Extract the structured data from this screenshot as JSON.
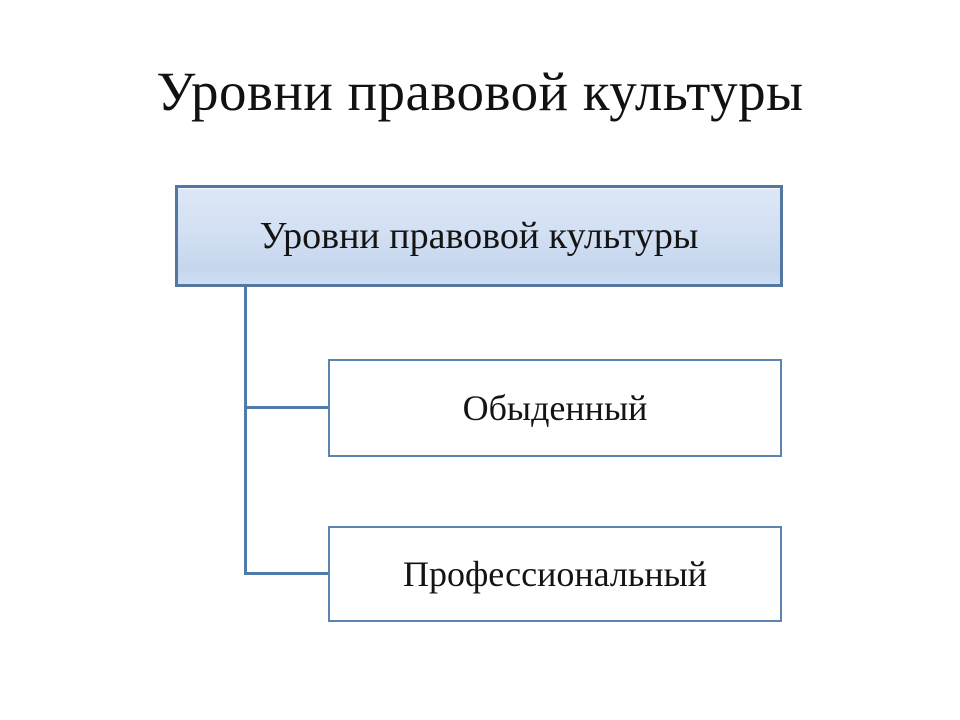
{
  "slide": {
    "title": "Уровни правовой культуры",
    "background_color": "#ffffff",
    "text_color": "#111111"
  },
  "diagram": {
    "type": "hierarchy",
    "root": {
      "label": "Уровни правовой культуры"
    },
    "children": [
      {
        "label": "Обыденный"
      },
      {
        "label": "Профессиональный"
      }
    ],
    "colors": {
      "connector": "#4f7dab",
      "root_border": "#54779f",
      "root_fill_top": "#dde8f7",
      "root_fill_bottom": "#c6d6ee",
      "child_border": "#5b84b1",
      "child_fill": "#ffffff"
    }
  }
}
